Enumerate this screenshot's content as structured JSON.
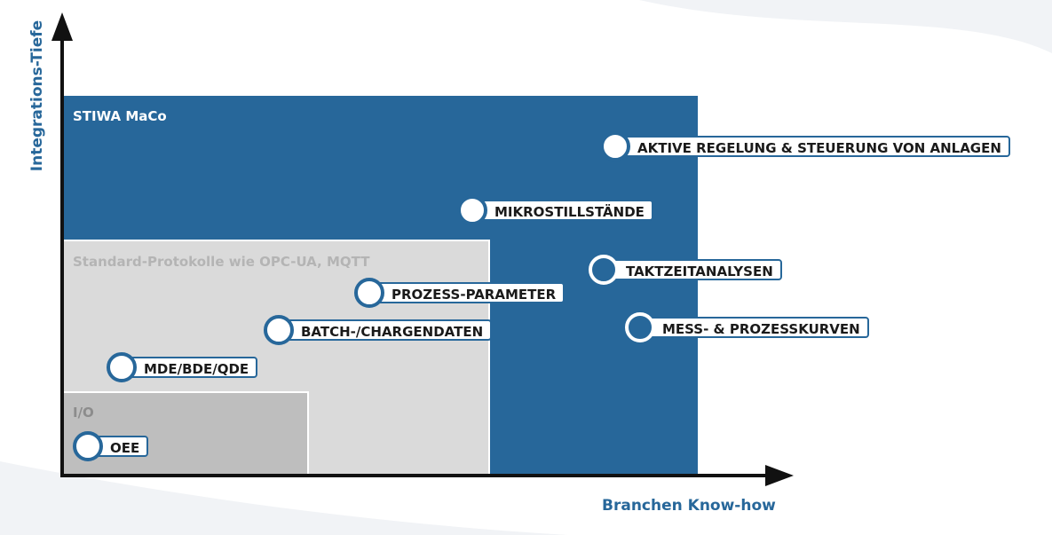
{
  "axes": {
    "x_title": "Branchen Know-how",
    "y_title": "Integrations-Tiefe"
  },
  "zones": {
    "maco": "STIWA MaCo",
    "standard": "Standard-Protokolle wie OPC-UA, MQTT",
    "io": "I/O"
  },
  "items": {
    "aktive_regelung": "AKTIVE REGELUNG & STEUERUNG VON ANLAGEN",
    "mikrostillstaende": "MIKROSTILLSTÄNDE",
    "taktzeitanalysen": "TAKTZEITANALYSEN",
    "prozess_parameter": "PROZESS-PARAMETER",
    "mess_prozesskurven": "MESS- & PROZESSKURVEN",
    "batch_chargendaten": "BATCH-/CHARGENDATEN",
    "mde_bde_qde": "MDE/BDE/QDE",
    "oee": "OEE"
  },
  "colors": {
    "accent": "#27679a",
    "standard_zone": "#dadada",
    "io_zone": "#bebebe",
    "axis": "#111111"
  }
}
